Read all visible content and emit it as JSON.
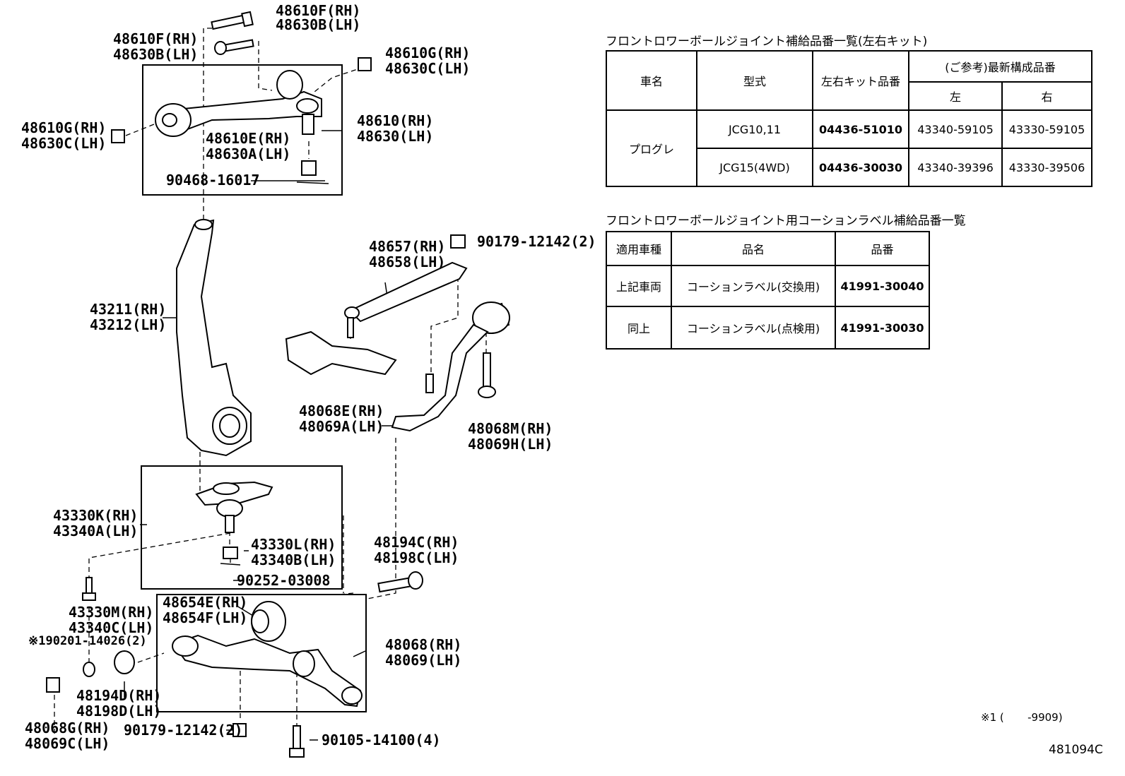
{
  "labels": {
    "l01": "48610F(RH)",
    "l02": "48630B(LH)",
    "l03": "48610F(RH)",
    "l04": "48630B(LH)",
    "l05": "48610G(RH)",
    "l06": "48630C(LH)",
    "l07": "48610G(RH)",
    "l08": "48630C(LH)",
    "l09": "48610(RH)",
    "l10": "48630(LH)",
    "l11": "48610E(RH)",
    "l12": "48630A(LH)",
    "l13": "90468-16017",
    "l14": "43211(RH)",
    "l15": "43212(LH)",
    "l16": "48657(RH)",
    "l17": "48658(LH)",
    "l18": "90179-12142(2)",
    "l19": "48068E(RH)",
    "l20": "48069A(LH)",
    "l21": "48068M(RH)",
    "l22": "48069H(LH)",
    "l23": "43330K(RH)",
    "l24": "43340A(LH)",
    "l25": "43330L(RH)",
    "l26": "43340B(LH)",
    "l27": "90252-03008",
    "l28": "48194C(RH)",
    "l29": "48198C(LH)",
    "l30": "48654E(RH)",
    "l31": "48654F(LH)",
    "l32": "43330M(RH)",
    "l33": "43340C(LH)",
    "l34": "※190201-14026(2)",
    "l35": "48068(RH)",
    "l36": "48069(LH)",
    "l37": "48194D(RH)",
    "l38": "48198D(LH)",
    "l39": "48068G(RH)",
    "l40": "48069C(LH)",
    "l41": "90179-12142(2)",
    "l42": "90105-14100(4)"
  },
  "table1": {
    "title": "フロントロワーボールジョイント補給品番一覧(左右キット)",
    "h_car": "車名",
    "h_model": "型式",
    "h_kit": "左右キット品番",
    "h_ref": "(ご参考)最新構成品番",
    "h_left": "左",
    "h_right": "右",
    "car": "プログレ",
    "rows": [
      {
        "model": "JCG10,11",
        "kit": "04436-51010",
        "left": "43340-59105",
        "right": "43330-59105"
      },
      {
        "model": "JCG15(4WD)",
        "kit": "04436-30030",
        "left": "43340-39396",
        "right": "43330-39506"
      }
    ]
  },
  "table2": {
    "title": "フロントロワーボールジョイント用コーションラベル補給品番一覧",
    "h_applic": "適用車種",
    "h_name": "品名",
    "h_part": "品番",
    "rows": [
      {
        "applic": "上記車両",
        "name": "コーションラベル(交換用)",
        "part": "41991-30040"
      },
      {
        "applic": "同上",
        "name": "コーションラベル(点検用)",
        "part": "41991-30030"
      }
    ]
  },
  "footnote": "※1 (       -9909)",
  "code": "481094C"
}
